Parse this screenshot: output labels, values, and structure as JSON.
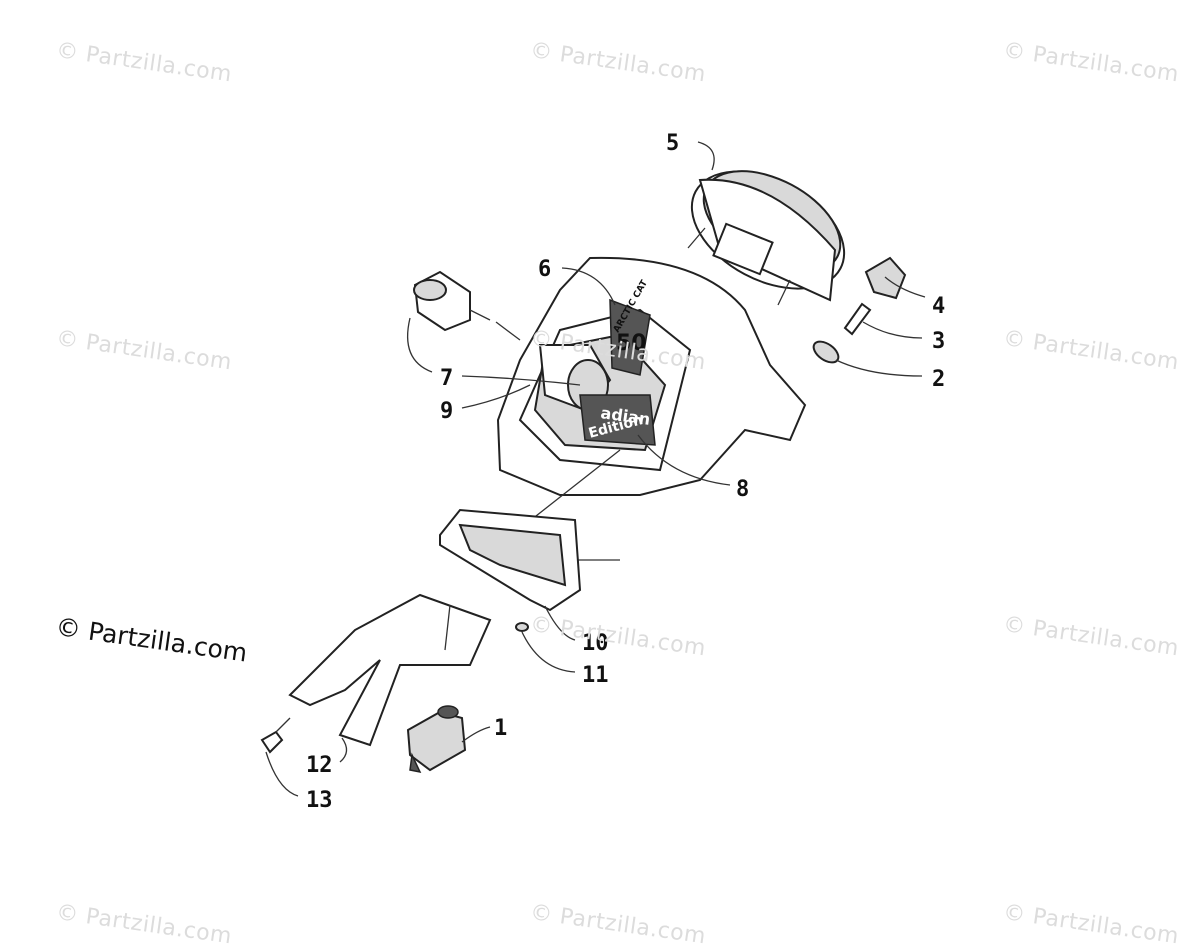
{
  "watermark": {
    "text": "© Partzilla.com",
    "main_text": "© Partzilla.com"
  },
  "callouts": [
    "1",
    "2",
    "3",
    "4",
    "5",
    "6",
    "7",
    "8",
    "9",
    "10",
    "11",
    "12",
    "13"
  ],
  "inset_text": {
    "brand": "ARCTIC CAT",
    "number": "50",
    "line1": "adian",
    "line2": "Edition"
  },
  "colors": {
    "line": "#222222",
    "shade": "#d9d9d9",
    "watermark": "#dcdcdc"
  }
}
